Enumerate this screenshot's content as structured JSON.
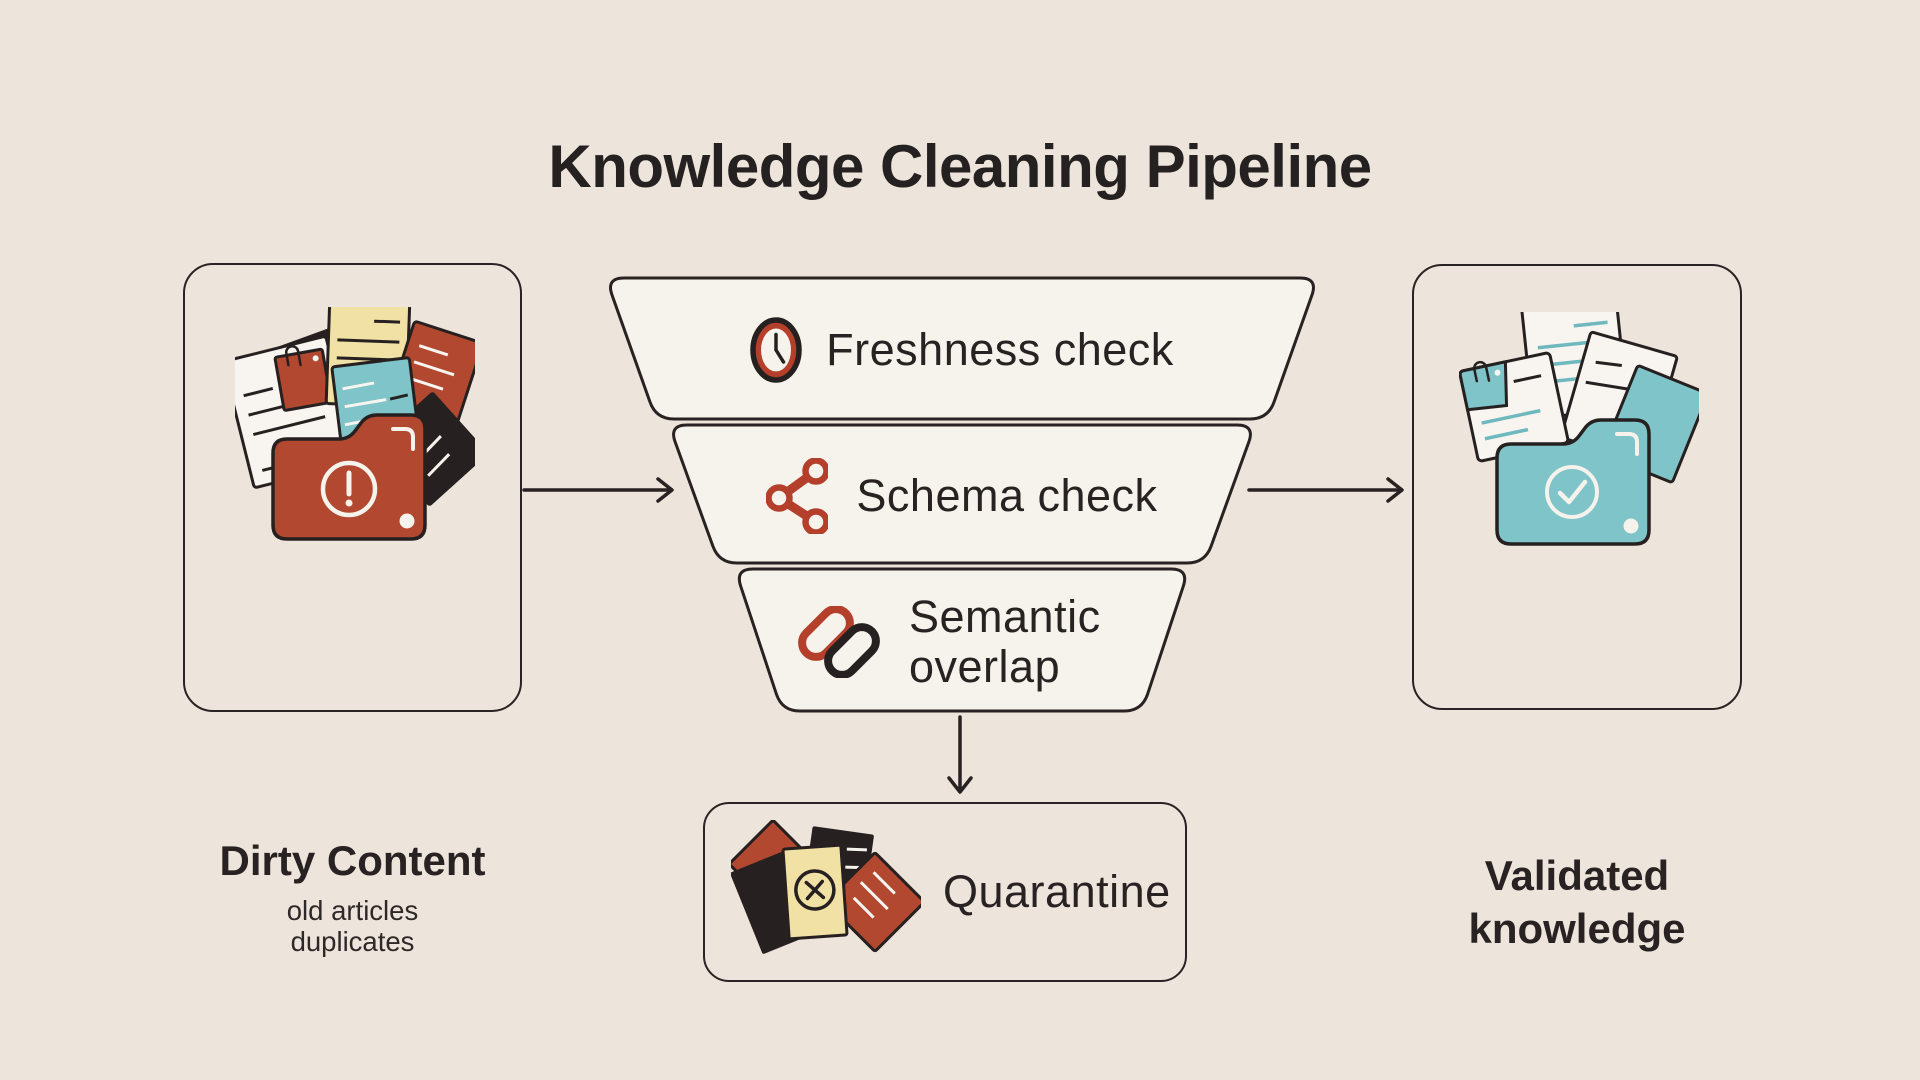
{
  "title": "Knowledge Cleaning Pipeline",
  "colors": {
    "background": "#EDE4DB",
    "panel_fill": "#F6F2EC",
    "ink": "#292222",
    "accent_red": "#B1482F",
    "accent_teal": "#7EC4C8",
    "accent_cream": "#F1E1A4",
    "paper_white": "#F8F5F1"
  },
  "cards": {
    "input": {
      "title": "Dirty Content",
      "subtitle_lines": [
        "old articles",
        "duplicates"
      ],
      "illustration": "dirty-documents-illustration"
    },
    "output": {
      "title": "Validated knowledge",
      "illustration": "validated-folder-illustration"
    },
    "quarantine": {
      "title": "Quarantine",
      "illustration": "rejected-documents-illustration"
    }
  },
  "funnel": {
    "stages": [
      {
        "label": "Freshness check",
        "icon": "clock-icon"
      },
      {
        "label": "Schema check",
        "icon": "share-icon"
      },
      {
        "label": "Semantic overlap",
        "icon": "link-icon"
      }
    ]
  }
}
